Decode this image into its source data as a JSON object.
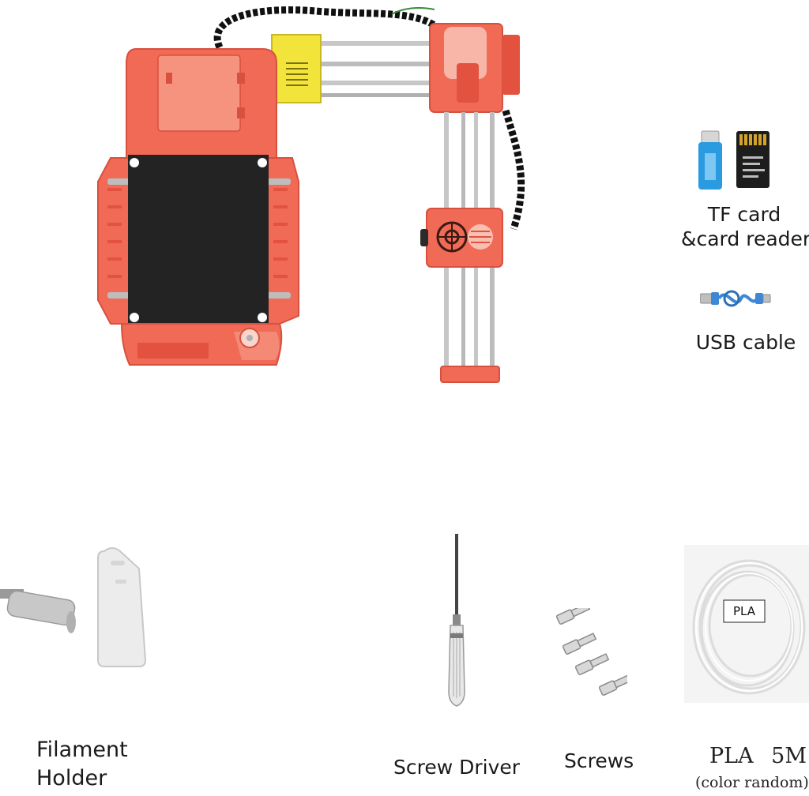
{
  "colors": {
    "printer_body": "#f06a55",
    "printer_dark": "#e2523f",
    "print_bed": "#232323",
    "extruder_yellow": "#f2e43a",
    "rail_steel": "#c7c7c7",
    "cable_blue": "#3d88d6",
    "card_reader_blue": "#2a9be0"
  },
  "icons": {
    "printer": "3d-printer-illustration",
    "tf_card": "tf-card-icon",
    "card_reader": "card-reader-icon",
    "usb": "usb-cable-icon",
    "filament_holder": "filament-holder-icon",
    "screwdriver": "screwdriver-icon",
    "screws": "screws-icon",
    "pla": "pla-filament-coil-icon"
  },
  "accessories": {
    "tf_card": {
      "line1": "TF card",
      "line2": "&card reader"
    },
    "usb_cable": {
      "label": "USB cable"
    },
    "filament_holder": {
      "line1": "Filament",
      "line2": "Holder"
    },
    "screw_driver": {
      "label": "Screw Driver"
    },
    "screws": {
      "label": "Screws"
    },
    "pla": {
      "coil_tag": "PLA",
      "line1": "PLA 5M",
      "line2": "(color random)"
    }
  }
}
